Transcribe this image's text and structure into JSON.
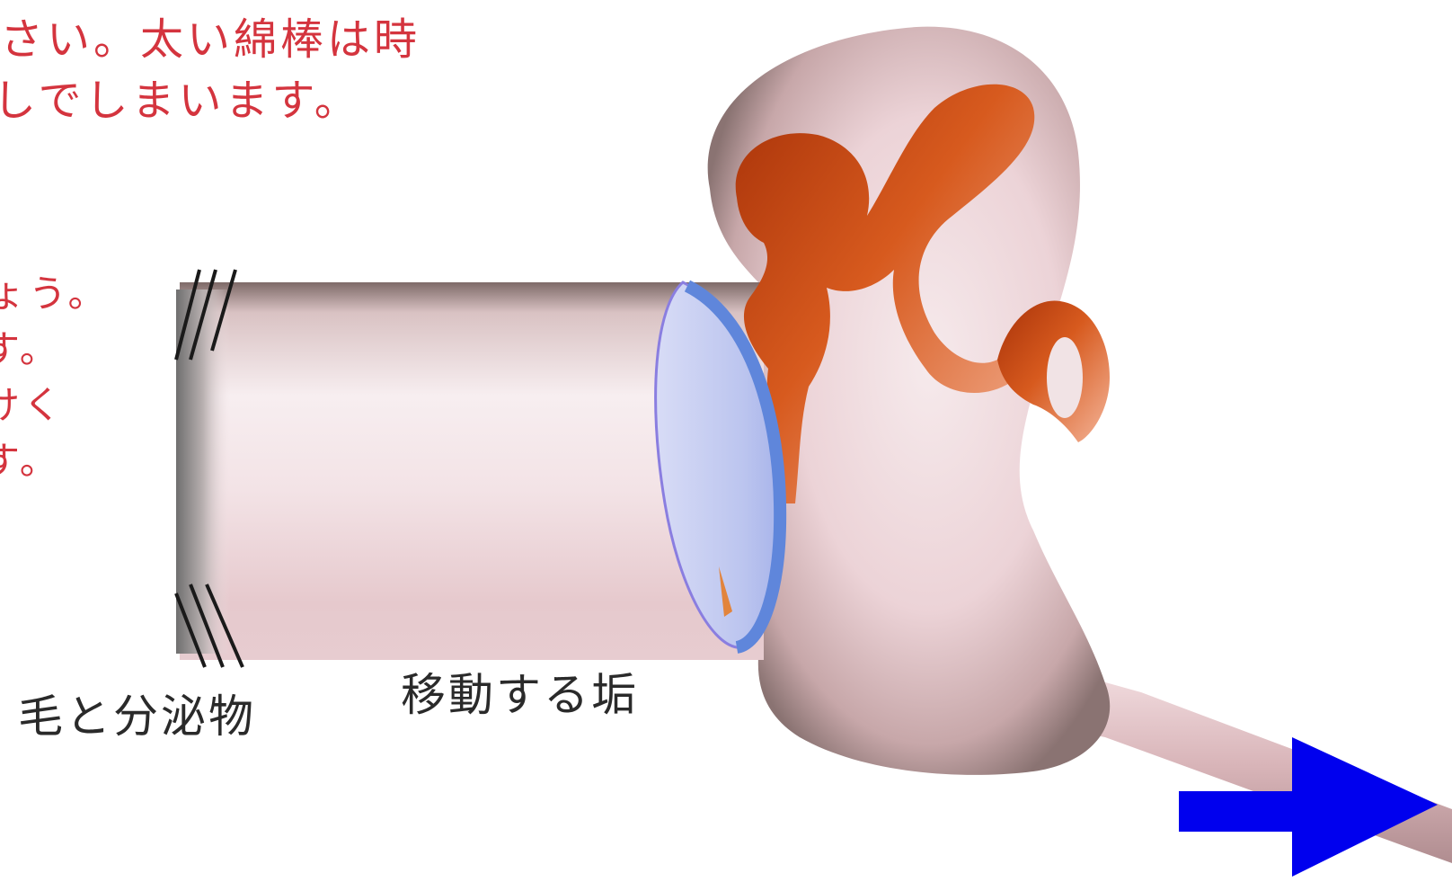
{
  "top_text": {
    "line1": "さい。太い綿棒は時",
    "line2": "しでしまいます。"
  },
  "left_text": {
    "line1": "ょう。",
    "line2": "す。",
    "line3": "けく",
    "line4": "す。"
  },
  "labels": {
    "hair_secretion": "毛と分泌物",
    "moving_earwax": "移動する垢"
  },
  "colors": {
    "red_text": "#d4343e",
    "arrow": "#0000ee",
    "ossicles": "#c8420e",
    "eardrum": "#6f8fe0",
    "canal": "#f0dde0"
  },
  "icons": {
    "direction_arrow": "right-arrow-icon"
  }
}
